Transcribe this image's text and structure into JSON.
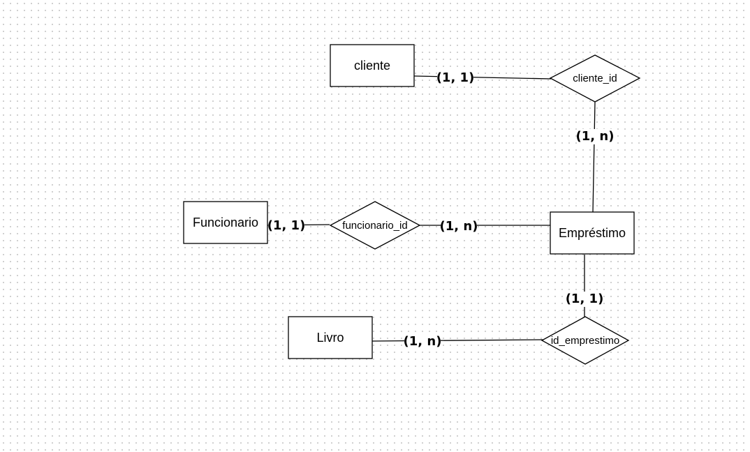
{
  "diagram": {
    "entities": {
      "cliente": "cliente",
      "funcionario": "Funcionario",
      "emprestimo": "Empréstimo",
      "livro": "Livro"
    },
    "relationships": {
      "cliente_id": "cliente_id",
      "funcionario_id": "funcionario_id",
      "id_emprestimo": "id_emprestimo"
    },
    "cardinalities": {
      "cliente_side": "(1, 1)",
      "emprestimo_to_cliente": "(1, n)",
      "funcionario_side": "(1, 1)",
      "emprestimo_to_funcionario": "(1, n)",
      "emprestimo_to_livro": "(1, 1)",
      "livro_side": "(1, n)"
    }
  }
}
